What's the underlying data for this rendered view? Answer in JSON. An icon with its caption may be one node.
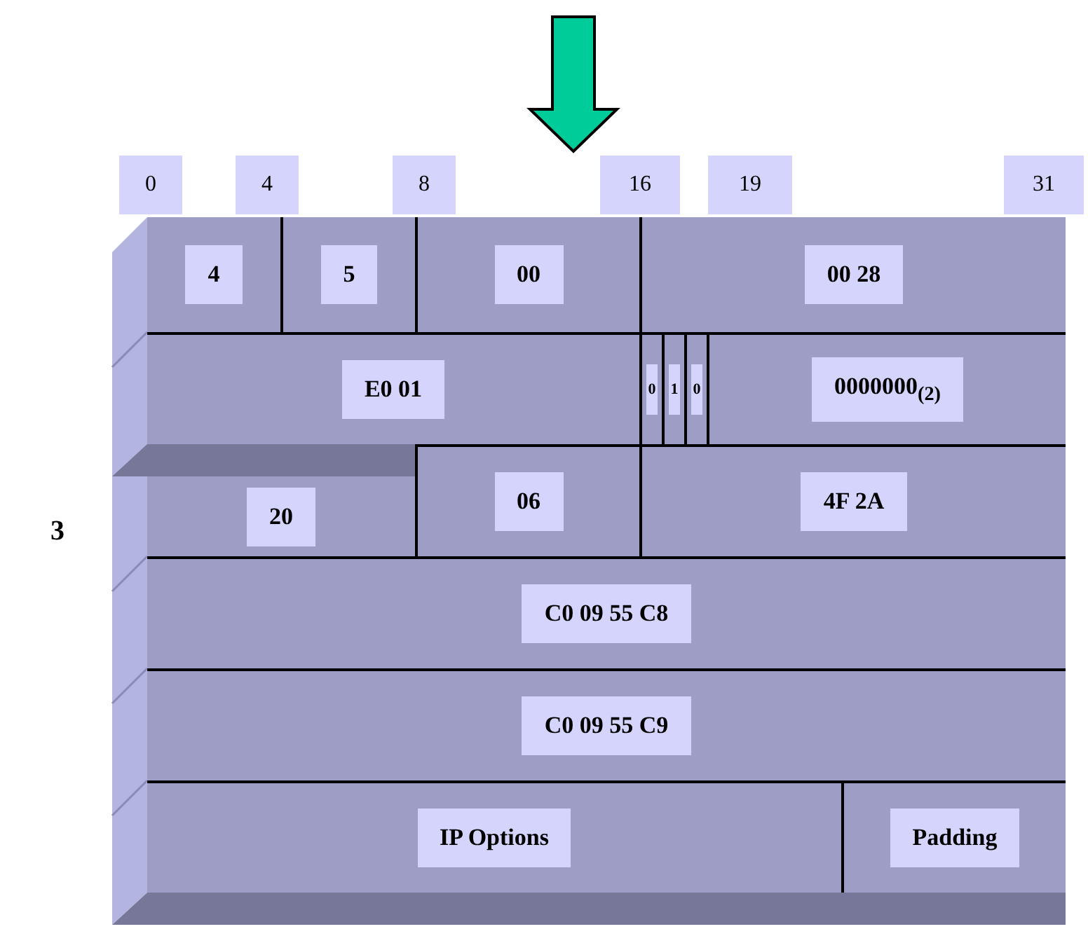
{
  "diagram": {
    "nodes": [
      {
        "text": [
          "4"
        ]
      },
      {
        "text": [
          "5"
        ]
      },
      {
        "text": [
          "00"
        ]
      },
      {
        "text": [
          "00 28"
        ]
      },
      {
        "text": [
          "E0 01"
        ]
      },
      {
        "text": [
          "0"
        ]
      },
      {
        "text": [
          "1"
        ]
      },
      {
        "text": [
          "0"
        ]
      },
      {
        "text": [
          "0000000$_{(2)}$"
        ]
      },
      {
        "text": [
          "20"
        ]
      },
      {
        "text": [
          "06"
        ]
      },
      {
        "text": [
          "4F 2A"
        ]
      },
      {
        "text": [
          "C0 09 55 C8"
        ]
      },
      {
        "text": [
          "C0 09 55 C9"
        ]
      },
      {
        "text": [
          "IP Options"
        ]
      },
      {
        "text": [
          "Padding"
        ]
      }
    ],
    "labels": [
      "0",
      "4",
      "8",
      "16",
      "19",
      "31",
      "3"
    ]
  }
}
